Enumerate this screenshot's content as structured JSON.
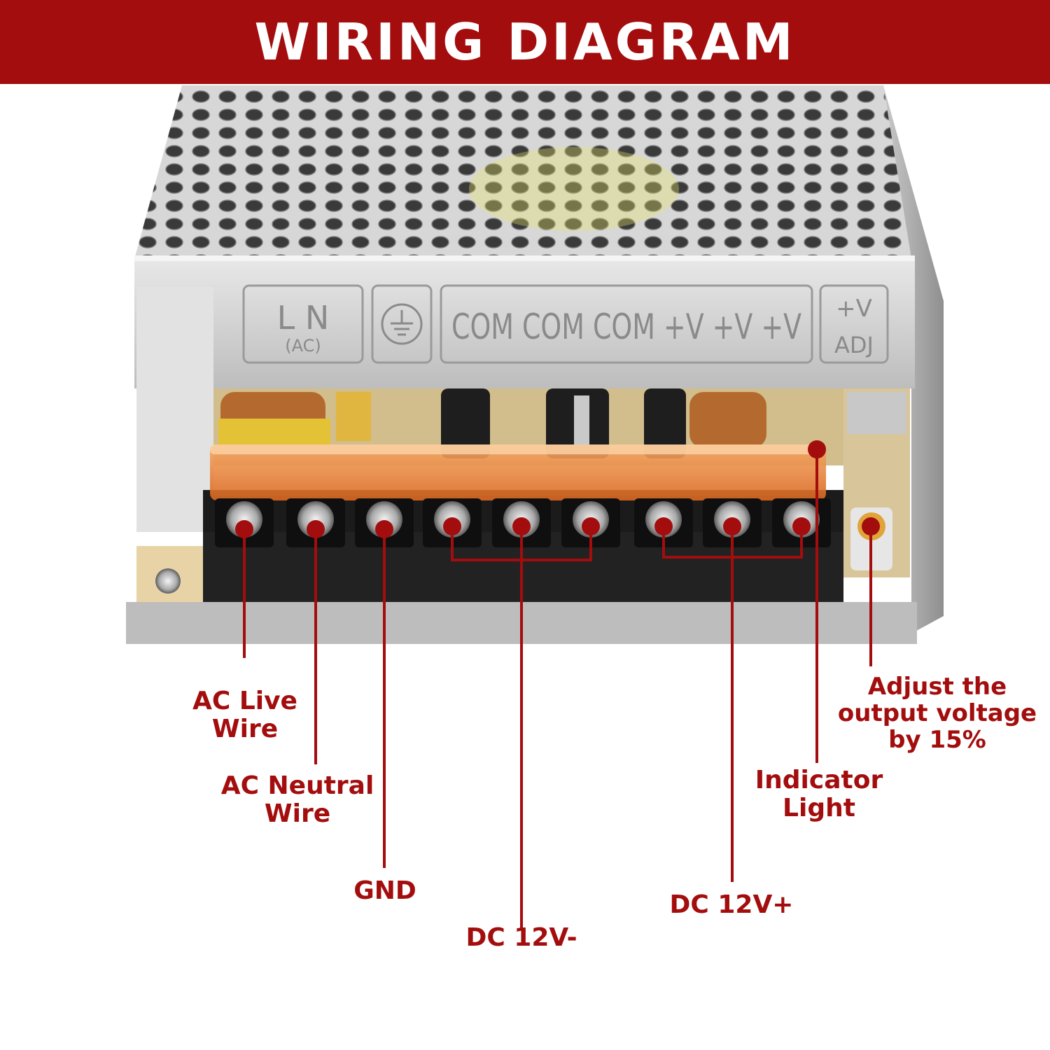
{
  "header": {
    "title": "WIRING DIAGRAM"
  },
  "colors": {
    "accent": "#a30d0d",
    "header_text": "#ffffff"
  },
  "housing": {
    "labels": {
      "ac_group": "L   N",
      "ac_sub": "(AC)",
      "dc_group": "COM COM COM +V +V +V",
      "adj_top": "+V",
      "adj_bottom": "ADJ"
    },
    "icons": [
      "ground-icon"
    ]
  },
  "callouts": {
    "ac_live": "AC Live\nWire",
    "ac_neutral": "AC Neutral\nWire",
    "gnd": "GND",
    "dc_minus": "DC 12V-",
    "dc_plus": "DC 12V+",
    "indicator": "Indicator\nLight",
    "adjust": "Adjust the\noutput voltage\nby 15%"
  }
}
